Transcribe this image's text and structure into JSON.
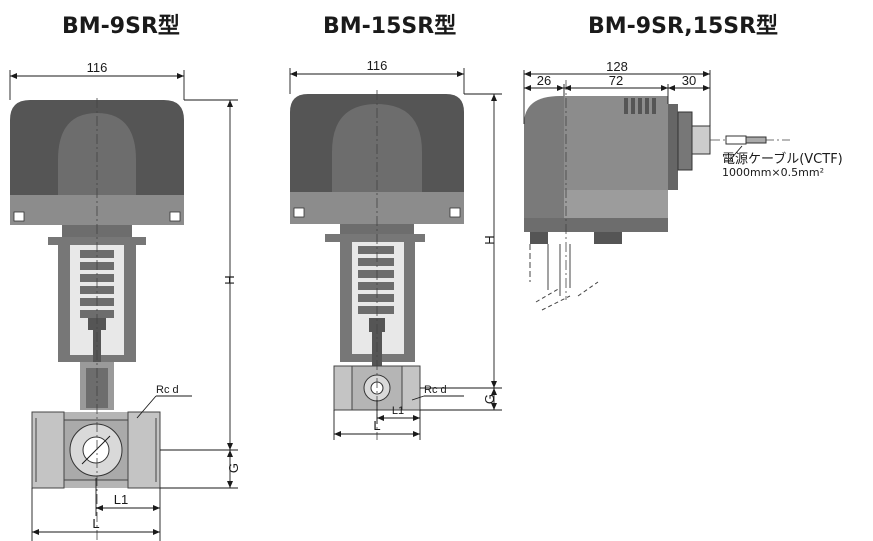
{
  "titles": {
    "left": "BM-9SR型",
    "middle": "BM-15SR型",
    "right": "BM-9SR,15SR型"
  },
  "dimensions": {
    "left": {
      "width": "116",
      "height": "H",
      "g": "G",
      "l": "L",
      "l1": "L1",
      "rc": "Rc d"
    },
    "middle": {
      "width": "116",
      "height": "H",
      "g": "G",
      "l": "L",
      "l1": "L1",
      "rc": "Rc d"
    },
    "right": {
      "total": "128",
      "d1": "26",
      "d2": "72",
      "d3": "30"
    }
  },
  "cable": {
    "name": "電源ケーブル(VCTF)",
    "spec": "1000mm×0.5mm²"
  },
  "colors": {
    "dark": "#555555",
    "mid": "#8c8c8c",
    "light": "#b5b5b5",
    "line": "#1a1a1a"
  }
}
